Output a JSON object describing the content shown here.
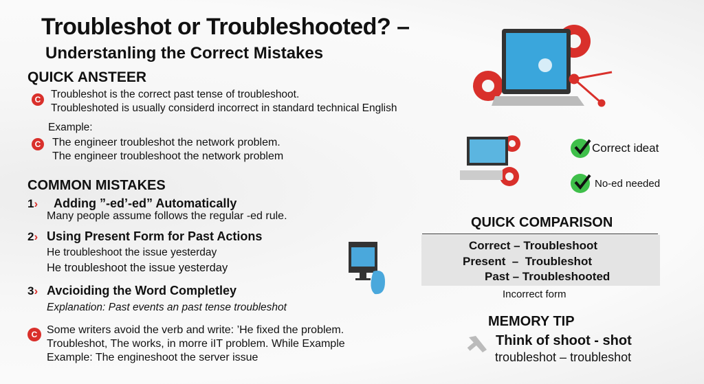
{
  "title": "Troubleshot or Troubleshooted? –",
  "subtitle": "Understanling the Correct Mistakes",
  "quick_answer": {
    "heading": "QUICK ANSTEER",
    "badge": "C",
    "lines": [
      "Troubleshot is the correct past tense of troubleshoot.",
      "Troubleshoted is usually considerd incorrect in standard technical English"
    ],
    "example_label": "Example:",
    "example_lines": [
      "The engineer troubleshot the network problem.",
      "The engineer  troubleshoot the network problem"
    ]
  },
  "common_mistakes": {
    "heading": "COMMON MISTAKES",
    "items": [
      {
        "number": "1",
        "title": "Adding ”-ed’-ed” Automatically",
        "lines": [
          "Many people assume follows the regular -ed rule."
        ]
      },
      {
        "number": "2",
        "title": "Using Present Form for Past Actions",
        "lines": [
          "He troubleshoot the issue yesterday",
          "He troubleshoot the issue yesterday"
        ]
      },
      {
        "number": "3",
        "title": "Avcioiding the Word Completley",
        "lines": [
          "Explanation: Past events an past tense troubleshot"
        ]
      }
    ],
    "note_badge": "C",
    "note_lines": [
      "Some writers avoid the verb and write: ’He fixed the problem.",
      "Troubleshot, The works, in morre iIT  problem. While Example",
      "Example: The engineshoot the server issue"
    ]
  },
  "checks": [
    {
      "label": "Correct ideat",
      "icon": "check-icon"
    },
    {
      "label": "No-ed needed",
      "icon": "check-icon"
    }
  ],
  "comparison": {
    "heading": "QUICK COMPARISON",
    "rows": [
      "Correct – Troubleshoot",
      "Present  –  Troubleshot",
      "Past – Troubleshooted"
    ],
    "footer": "Incorrect form"
  },
  "memory_tip": {
    "heading": "MEMORY TIP",
    "icon": "tools-icon",
    "line1": "Think of shoot - shot",
    "line2": "troubleshot – troubleshot"
  },
  "colors": {
    "accent_red": "#d9302b",
    "check_green": "#3fbf4a",
    "screen_blue": "#3aa6dc"
  }
}
